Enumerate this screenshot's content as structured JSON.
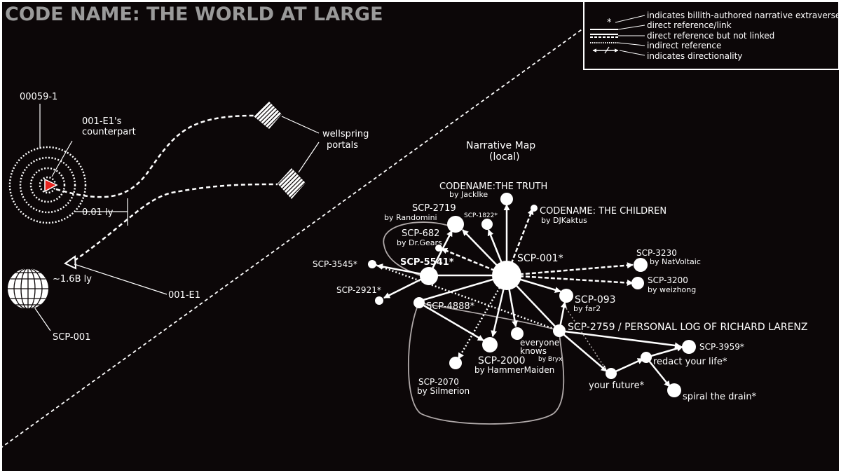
{
  "title": "CODE NAME: THE WORLD AT LARGE",
  "legend": {
    "star_symbol": "*",
    "items": [
      "indicates billith-authored narrative extraverse",
      "direct reference/link",
      "direct reference but not linked",
      "indirect reference",
      "indicates directionality"
    ]
  },
  "left_map": {
    "labels": {
      "id_00059": "00059-1",
      "counterpart_line1": "001-E1's",
      "counterpart_line2": "counterpart",
      "wellspring_line1": "wellspring",
      "wellspring_line2": "portals",
      "distance_small": "0.01 ly",
      "distance_large": "~1.6B ly",
      "e1": "001-E1",
      "scp001": "SCP-001"
    }
  },
  "narrative": {
    "heading_line1": "Narrative Map",
    "heading_line2": "(local)",
    "nodes": {
      "truth": "CODENAME:THE TRUTH",
      "truth_by": "by Jacklke",
      "children": "CODENAME: THE CHILDREN",
      "children_by": "by DJKaktus",
      "scp2719": "SCP-2719",
      "scp2719_by": "by Randomini",
      "scp1822": "SCP-1822*",
      "scp682": "SCP-682",
      "scp682_by": "by Dr.Gears",
      "scp3545": "SCP-3545*",
      "scp5541": "SCP-5541*",
      "scp001": "SCP-001*",
      "scp3230": "SCP-3230",
      "scp3230_by": "by NatVoltaic",
      "scp3200": "SCP-3200",
      "scp3200_by": "by weizhong",
      "scp2921": "SCP-2921*",
      "scp4888": "SCP-4888*",
      "scp093": "SCP-093",
      "scp093_by": "by far2",
      "scp2759": "SCP-2759 / PERSONAL LOG OF RICHARD LARENZ",
      "everyone_line1": "everyone",
      "everyone_line2": "knows",
      "everyone_by": "by Bryx",
      "scp3959": "SCP-3959*",
      "redact": "redact your life*",
      "scp2000": "SCP-2000",
      "scp2000_by": "by HammerMaiden",
      "scp2070": "SCP-2070",
      "scp2070_by": "by Silmerion",
      "future": "your future*",
      "spiral": "spiral the drain*"
    }
  }
}
